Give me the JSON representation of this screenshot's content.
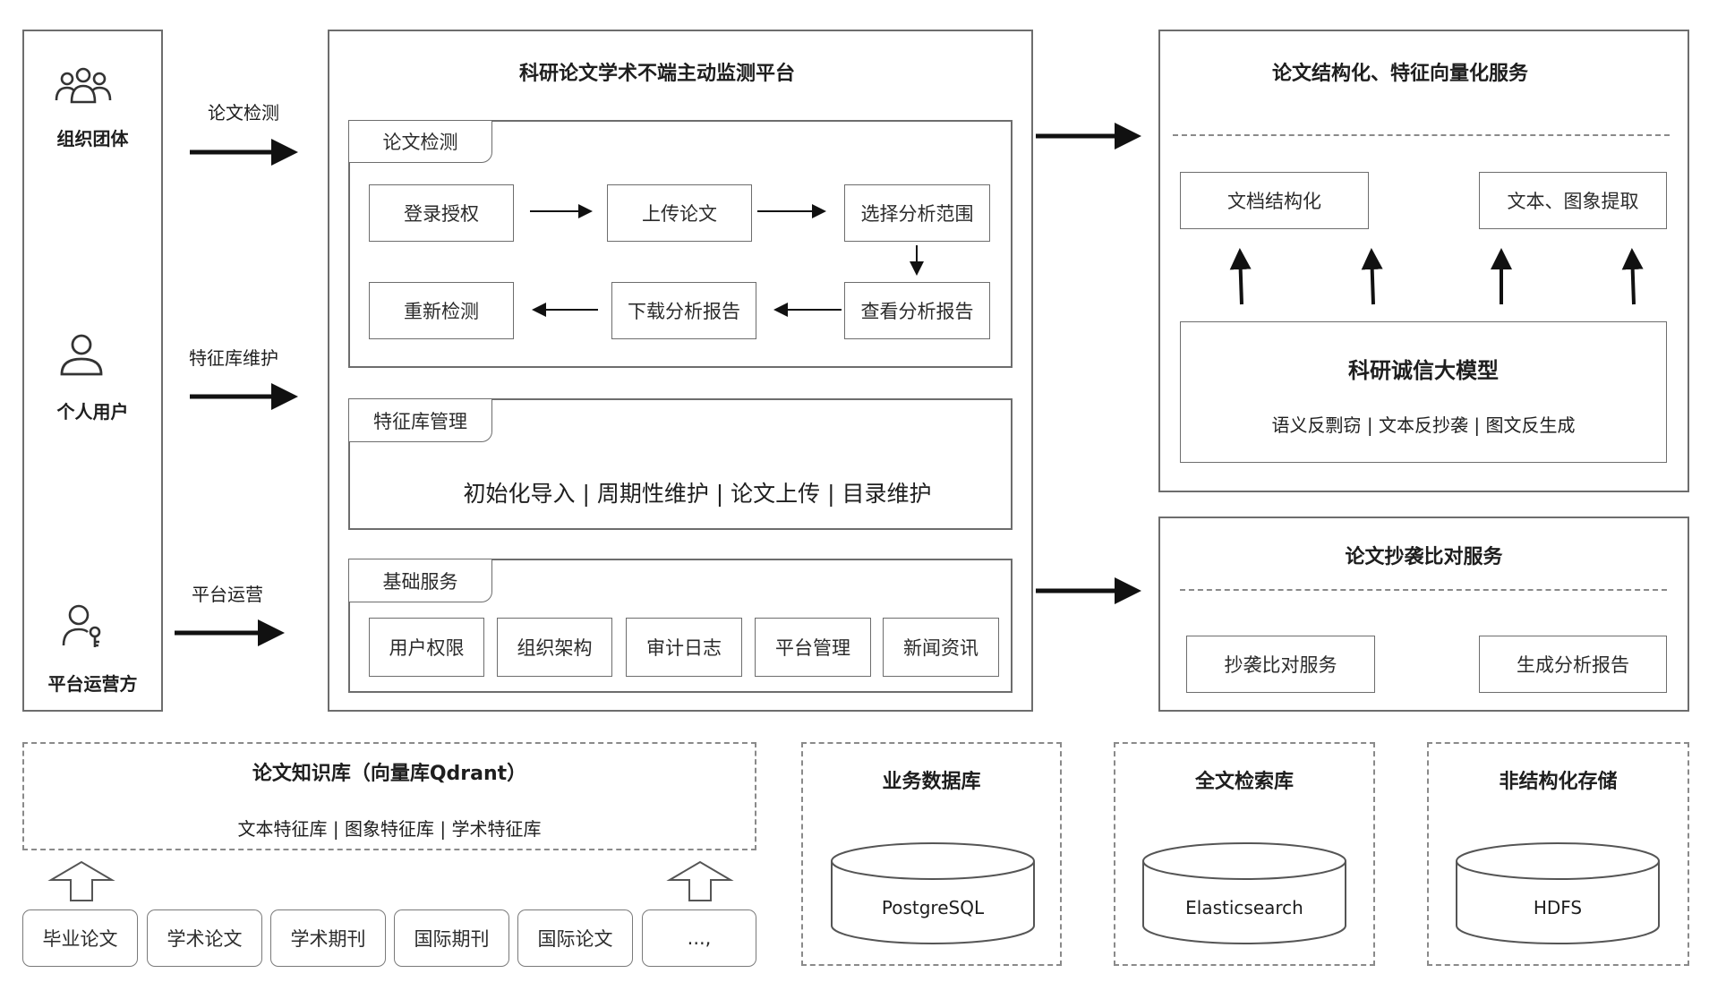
{
  "users": {
    "org": "组织团体",
    "personal": "个人用户",
    "operator": "平台运营方"
  },
  "flows": {
    "paper_detect": "论文检测",
    "feature_maint": "特征库维护",
    "platform_ops": "平台运营"
  },
  "platform": {
    "title": "科研论文学术不端主动监测平台",
    "detect": {
      "tab": "论文检测",
      "steps": [
        "登录授权",
        "上传论文",
        "选择分析范围",
        "查看分析报告",
        "下载分析报告",
        "重新检测"
      ]
    },
    "feature": {
      "tab": "特征库管理",
      "content": "初始化导入 | 周期性维护 | 论文上传 | 目录维护"
    },
    "base": {
      "tab": "基础服务",
      "items": [
        "用户权限",
        "组织架构",
        "审计日志",
        "平台管理",
        "新闻资讯"
      ]
    }
  },
  "struct_service": {
    "title": "论文结构化、特征向量化服务",
    "doc_struct": "文档结构化",
    "extract": "文本、图象提取",
    "model_title": "科研诚信大模型",
    "model_sub": "语义反剽窃 | 文本反抄袭 | 图文反生成"
  },
  "plag_service": {
    "title": "论文抄袭比对服务",
    "compare": "抄袭比对服务",
    "report": "生成分析报告"
  },
  "knowledge": {
    "title": "论文知识库（向量库Qdrant）",
    "sub": "文本特征库 | 图象特征库 | 学术特征库",
    "sources": [
      "毕业论文",
      "学术论文",
      "学术期刊",
      "国际期刊",
      "国际论文",
      "...,"
    ]
  },
  "stores": [
    {
      "title": "业务数据库",
      "label": "PostgreSQL"
    },
    {
      "title": "全文检索库",
      "label": "Elasticsearch"
    },
    {
      "title": "非结构化存储",
      "label": "HDFS"
    }
  ]
}
